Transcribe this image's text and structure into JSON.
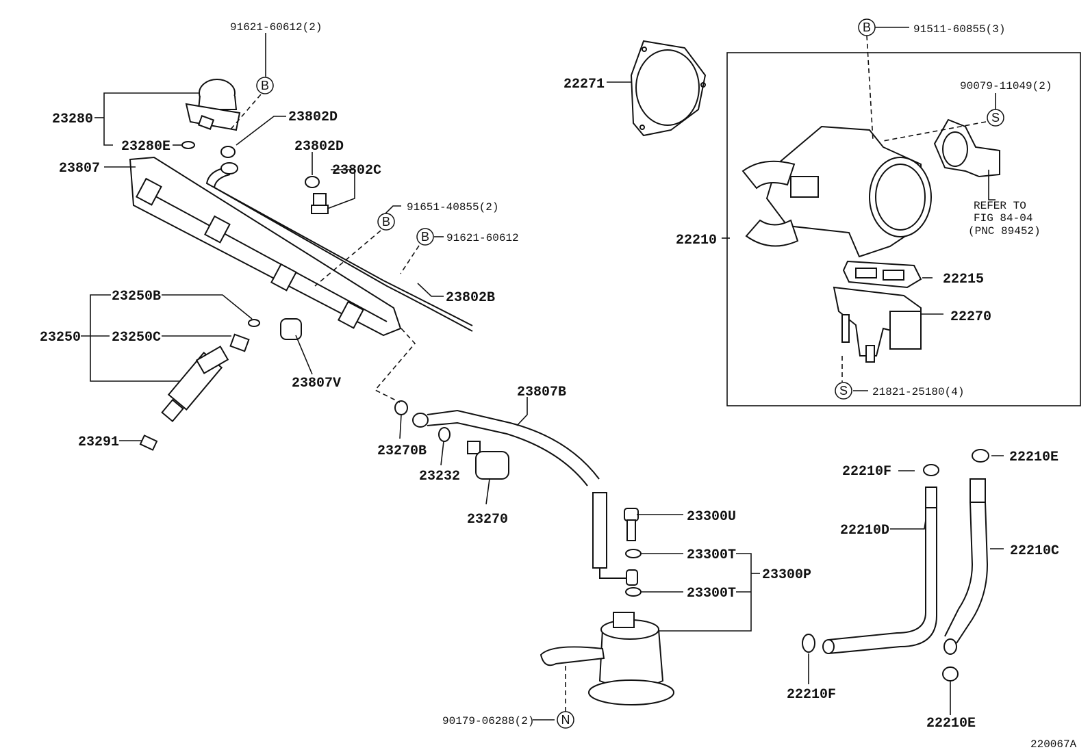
{
  "diagram_id": "220067A",
  "callouts": {
    "c_91621_60612_2": "91621-60612(2)",
    "c_23280": "23280",
    "c_23280E": "23280E",
    "c_23802D_1": "23802D",
    "c_23802D_2": "23802D",
    "c_23802C": "23802C",
    "c_23807": "23807",
    "c_91651_40855_2": "91651-40855(2)",
    "c_91621_60612": "91621-60612",
    "c_23802B": "23802B",
    "c_23250B": "23250B",
    "c_23250": "23250",
    "c_23250C": "23250C",
    "c_23807V": "23807V",
    "c_23291": "23291",
    "c_23807B": "23807B",
    "c_23270B": "23270B",
    "c_23232": "23232",
    "c_23270": "23270",
    "c_23300U": "23300U",
    "c_23300T_1": "23300T",
    "c_23300T_2": "23300T",
    "c_23300P": "23300P",
    "c_90179_06288_2": "90179-06288(2)",
    "c_22271": "22271",
    "c_91511_60855_3": "91511-60855(3)",
    "c_90079_11049_2": "90079-11049(2)",
    "c_22210": "22210",
    "c_22215": "22215",
    "c_22270": "22270",
    "c_21821_25180_4": "21821-25180(4)",
    "c_22210F_1": "22210F",
    "c_22210E_1": "22210E",
    "c_22210D": "22210D",
    "c_22210C": "22210C",
    "c_22210F_2": "22210F",
    "c_22210E_2": "22210E"
  },
  "refer": {
    "line1": "REFER TO",
    "line2": "FIG 84-04",
    "line3": "(PNC 89452)"
  },
  "markers": {
    "b1": "B",
    "b2": "B",
    "b3": "B",
    "b4": "B",
    "s1": "S",
    "s2": "S",
    "n1": "N"
  }
}
